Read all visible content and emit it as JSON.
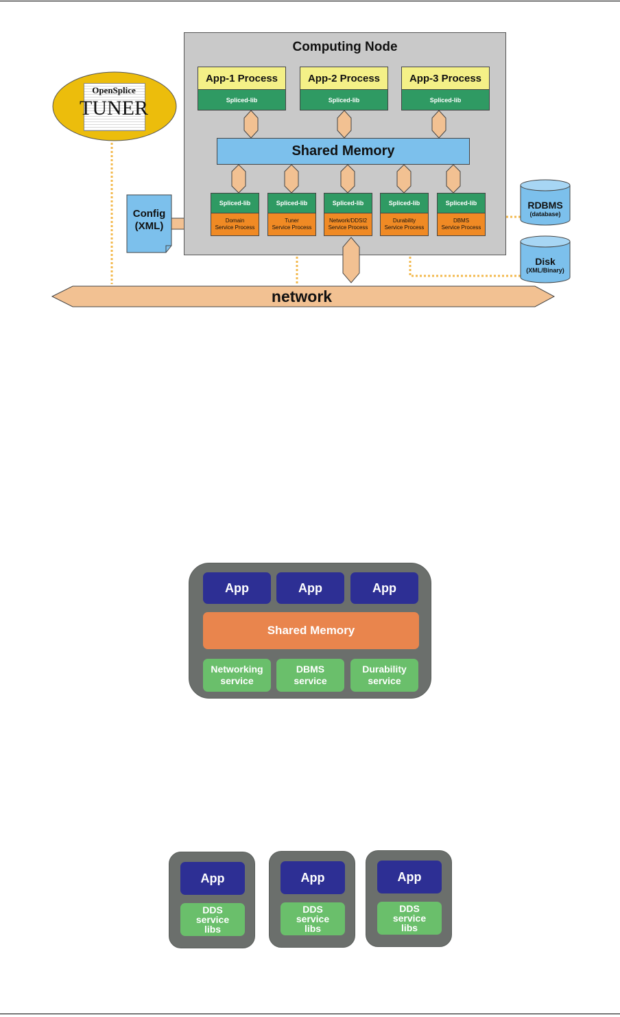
{
  "diagram1": {
    "computing_node": "Computing Node",
    "apps": [
      {
        "title": "App-1 Process",
        "lib": "Spliced-lib"
      },
      {
        "title": "App-2 Process",
        "lib": "Spliced-lib"
      },
      {
        "title": "App-3 Process",
        "lib": "Spliced-lib"
      }
    ],
    "shared_memory": "Shared Memory",
    "services": [
      {
        "lib": "Spliced-lib",
        "name_line1": "Domain",
        "name_line2": "Service Process"
      },
      {
        "lib": "Spliced-lib",
        "name_line1": "Tuner",
        "name_line2": "Service Process"
      },
      {
        "lib": "Spliced-lib",
        "name_line1": "Network/DDSI2",
        "name_line2": "Service Process"
      },
      {
        "lib": "Spliced-lib",
        "name_line1": "Durability",
        "name_line2": "Service Process"
      },
      {
        "lib": "Spliced-lib",
        "name_line1": "DBMS",
        "name_line2": "Service Process"
      }
    ],
    "tuner": {
      "line1": "OpenSplice",
      "line2": "TUNER"
    },
    "config": {
      "line1": "Config",
      "line2": "(XML)"
    },
    "rdbms": {
      "title": "RDBMS",
      "sub": "(database)"
    },
    "disk": {
      "title": "Disk",
      "sub": "(XML/Binary)"
    },
    "network": "network",
    "colors": {
      "node_bg": "#c9c9c9",
      "app": "#f4f087",
      "lib": "#2f9a63",
      "service": "#f08a24",
      "shared_memory": "#7cc0ec",
      "arrow": "#f2c192",
      "link": "#f3b94d"
    }
  },
  "diagram2": {
    "apps": [
      "App",
      "App",
      "App"
    ],
    "shared_memory": "Shared Memory",
    "services": [
      {
        "line1": "Networking",
        "line2": "service"
      },
      {
        "line1": "DBMS",
        "line2": "service"
      },
      {
        "line1": "Durability",
        "line2": "service"
      }
    ],
    "colors": {
      "panel": "#6b6f6c",
      "app": "#2d2f94",
      "shared_memory": "#e9854d",
      "service": "#6abf6b"
    }
  },
  "diagram3": {
    "nodes": [
      {
        "app": "App",
        "libs": [
          "DDS",
          "service",
          "libs"
        ]
      },
      {
        "app": "App",
        "libs": [
          "DDS",
          "service",
          "libs"
        ]
      },
      {
        "app": "App",
        "libs": [
          "DDS",
          "service",
          "libs"
        ]
      }
    ]
  }
}
